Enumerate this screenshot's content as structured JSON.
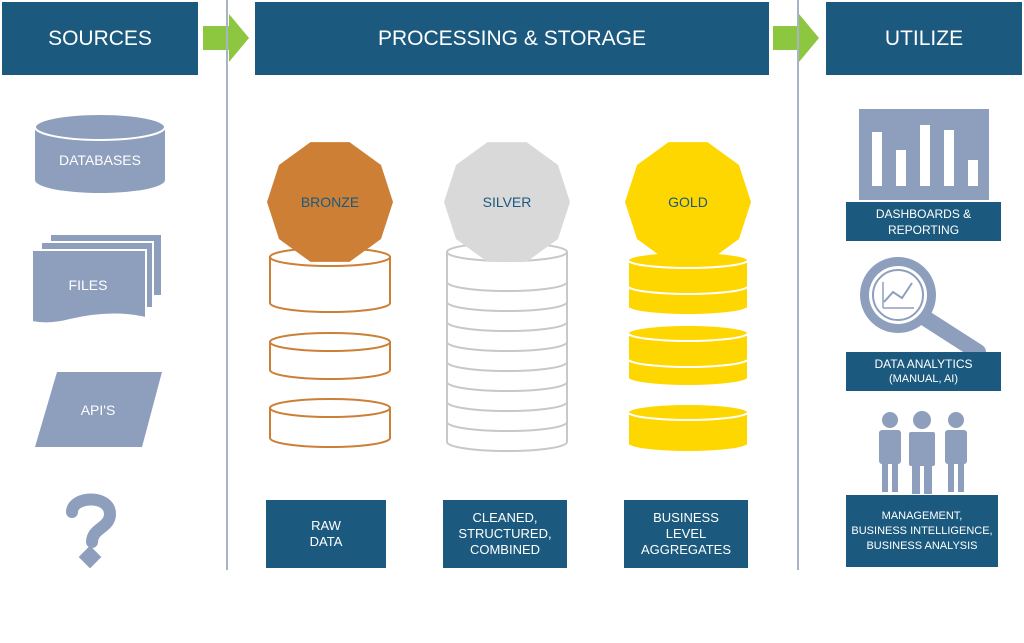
{
  "headers": {
    "sources": "SOURCES",
    "processing": "PROCESSING & STORAGE",
    "utilize": "UTILIZE"
  },
  "sources": {
    "databases": "DATABASES",
    "files": "FILES",
    "apis": "API'S",
    "unknown": "?"
  },
  "layers": {
    "bronze": {
      "name": "BRONZE",
      "desc": [
        "RAW",
        "DATA"
      ],
      "color": "#cc7f35"
    },
    "silver": {
      "name": "SILVER",
      "desc": [
        "CLEANED,",
        "STRUCTURED,",
        "COMBINED"
      ],
      "color": "#d9d9d9"
    },
    "gold": {
      "name": "GOLD",
      "desc": [
        "BUSINESS",
        "LEVEL",
        "AGGREGATES"
      ],
      "color": "#ffd700"
    }
  },
  "utilize": {
    "dashboards": [
      "DASHBOARDS &",
      "REPORTING"
    ],
    "analytics": [
      "DATA ANALYTICS",
      "(MANUAL, AI)"
    ],
    "users": [
      "MANAGEMENT,",
      "BUSINESS INTELLIGENCE,",
      "BUSINESS ANALYSIS"
    ]
  },
  "colors": {
    "header": "#1b5a7e",
    "icon": "#8e9fbd",
    "arrow": "#8dc63f",
    "divider": "#a7b4c8"
  }
}
